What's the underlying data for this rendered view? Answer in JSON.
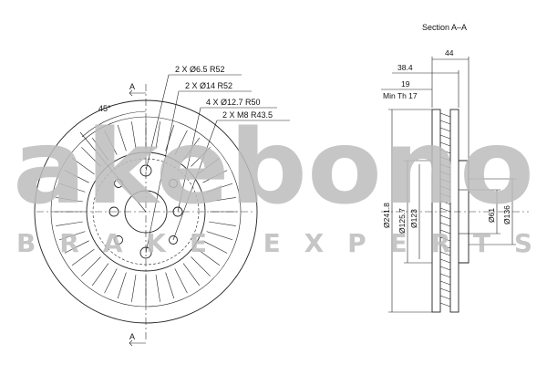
{
  "section_title": "Section A–A",
  "section_marker": "A",
  "angle_label": "45°",
  "callouts": {
    "c1": "2 X Ø6.5 R52",
    "c2": "2 X Ø14 R52",
    "c3": "4 X Ø12.7 R50",
    "c4": "2 X M8 R43.5"
  },
  "dimensions": {
    "total_width": "44",
    "hat_depth": "38.4",
    "thickness": "19",
    "min_thickness": "Min Th 17",
    "outer_diameter": "Ø241.8",
    "hub_outer": "Ø125.7",
    "hub_inner": "Ø123",
    "center_bore": "Ø61",
    "pilot": "Ø136"
  },
  "watermark": {
    "brand": "akebono",
    "tagline": "BRAKE EXPERTS"
  }
}
